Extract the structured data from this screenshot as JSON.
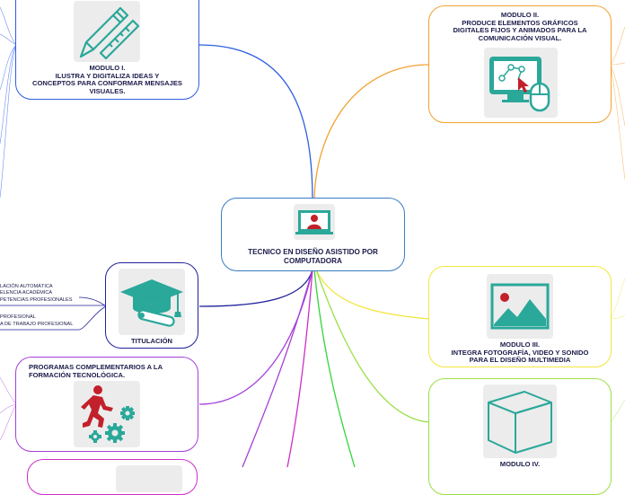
{
  "colors": {
    "background": "#ffffff",
    "text": "#1b1b4b",
    "icon_teal": "#2aa89a",
    "icon_red": "#c2202a",
    "blue": "#2f5fe0",
    "orange": "#f2a130",
    "yellow": "#f2e640",
    "lime": "#9be04a",
    "navy": "#20209a",
    "purple": "#a43fd8",
    "magenta": "#cc2fc8",
    "green": "#35d43a",
    "center_border": "#3a7cc4"
  },
  "center": {
    "title_line1": "TECNICO EN DISEÑO ASISTIDO POR",
    "title_line2": "COMPUTADORA",
    "icon": "computer-user-icon"
  },
  "modulo1": {
    "line1": "MODULO I.",
    "line2": "ILUSTRA Y DIGITALIZA IDEAS Y",
    "line3": "CONCEPTOS PARA CONFORMAR MENSAJES",
    "line4": "VISUALES.",
    "icon": "pencil-ruler-icon"
  },
  "modulo2": {
    "line1": "MODULO II.",
    "line2": "PRODUCE ELEMENTOS GRÁFICOS",
    "line3": "DIGITALES FIJOS Y ANIMADOS PARA LA",
    "line4": "COMUNICACIÓN VISUAL.",
    "icon": "monitor-mouse-icon"
  },
  "modulo3": {
    "line1": "MODULO III.",
    "line2": "INTEGRA FOTOGRAFÍA, VIDEO Y SONIDO",
    "line3": "PARA EL DISEÑO MULTIMEDIA",
    "icon": "image-icon"
  },
  "modulo4": {
    "line1": "MODULO IV.",
    "icon": "cube-icon"
  },
  "titulacion": {
    "label": "TITULACIÓN",
    "icon": "graduation-icon",
    "subitems": [
      "LACIÓN AUTOMÁTICA",
      "ELENCIA ACADÉMICA",
      "PETENCIAS PROFESIONALES",
      "PROFESIONAL",
      "A DE TRABAJO PROFESIONAL"
    ]
  },
  "programas": {
    "line1": "PROGRAMAS COMPLEMENTARIOS A LA",
    "line2": "FORMACIÓN TECNOLÓGICA.",
    "icon": "runner-gears-icon"
  }
}
